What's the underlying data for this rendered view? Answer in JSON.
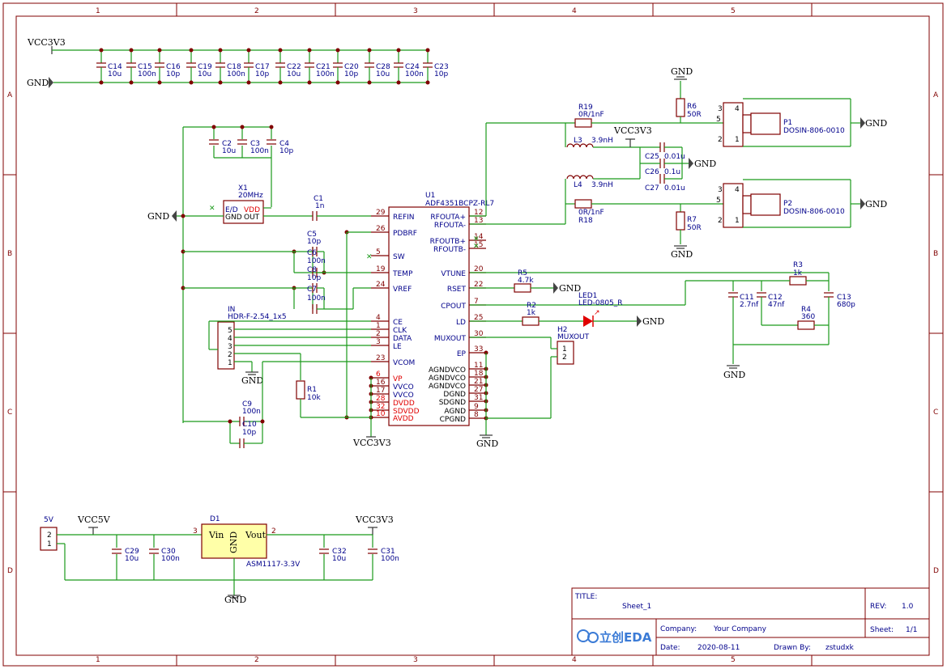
{
  "border": {
    "cols": [
      "1",
      "2",
      "3",
      "4",
      "5"
    ],
    "rows": [
      "A",
      "B",
      "C",
      "D"
    ]
  },
  "power": {
    "vcc3v3": "VCC3V3",
    "gnd": "GND",
    "vcc5v": "VCC5V"
  },
  "decoupling": [
    {
      "ref": "C14",
      "val": "10u"
    },
    {
      "ref": "C15",
      "val": "100n"
    },
    {
      "ref": "C16",
      "val": "10p"
    },
    {
      "ref": "C19",
      "val": "10u"
    },
    {
      "ref": "C18",
      "val": "100n"
    },
    {
      "ref": "C17",
      "val": "10p"
    },
    {
      "ref": "C22",
      "val": "10u"
    },
    {
      "ref": "C21",
      "val": "100n"
    },
    {
      "ref": "C20",
      "val": "10p"
    },
    {
      "ref": "C28",
      "val": "10u"
    },
    {
      "ref": "C24",
      "val": "100n"
    },
    {
      "ref": "C23",
      "val": "10p"
    }
  ],
  "osc_caps": [
    {
      "ref": "C2",
      "val": "10u"
    },
    {
      "ref": "C3",
      "val": "100n"
    },
    {
      "ref": "C4",
      "val": "10p"
    }
  ],
  "x1": {
    "ref": "X1",
    "val": "20MHz",
    "pins": {
      "ed": "E/D",
      "vdd": "VDD",
      "gnd": "GND",
      "out": "OUT"
    }
  },
  "c1": {
    "ref": "C1",
    "val": "1n"
  },
  "u1": {
    "ref": "U1",
    "part": "ADF4351BCPZ-RL7",
    "left": [
      {
        "num": "29",
        "name": "REFIN"
      },
      {
        "num": "26",
        "name": "PDBRF"
      },
      {
        "num": "5",
        "name": "SW"
      },
      {
        "num": "19",
        "name": "TEMP"
      },
      {
        "num": "24",
        "name": "VREF"
      },
      {
        "num": "4",
        "name": "CE"
      },
      {
        "num": "1",
        "name": "CLK"
      },
      {
        "num": "2",
        "name": "DATA"
      },
      {
        "num": "3",
        "name": "LE"
      },
      {
        "num": "23",
        "name": "VCOM"
      },
      {
        "num": "6",
        "name": "VP"
      },
      {
        "num": "16",
        "name": "VVCO"
      },
      {
        "num": "17",
        "name": "VVCO"
      },
      {
        "num": "28",
        "name": "DVDD"
      },
      {
        "num": "32",
        "name": "SDVDD"
      },
      {
        "num": "10",
        "name": "AVDD"
      }
    ],
    "right": [
      {
        "num": "12",
        "name": "RFOUTA+"
      },
      {
        "num": "13",
        "name": "RFOUTA-"
      },
      {
        "num": "14",
        "name": "RFOUTB+"
      },
      {
        "num": "15",
        "name": "RFOUTB-"
      },
      {
        "num": "20",
        "name": "VTUNE"
      },
      {
        "num": "22",
        "name": "RSET"
      },
      {
        "num": "7",
        "name": "CPOUT"
      },
      {
        "num": "25",
        "name": "LD"
      },
      {
        "num": "30",
        "name": "MUXOUT"
      },
      {
        "num": "33",
        "name": "EP"
      },
      {
        "num": "11",
        "name": "AGNDVCO"
      },
      {
        "num": "18",
        "name": "AGNDVCO"
      },
      {
        "num": "21",
        "name": "AGNDVCO"
      },
      {
        "num": "27",
        "name": "DGND"
      },
      {
        "num": "31",
        "name": "SDGND"
      },
      {
        "num": "9",
        "name": "AGND"
      },
      {
        "num": "8",
        "name": "CPGND"
      }
    ]
  },
  "vref_caps": [
    {
      "ref": "C5",
      "val": "10p"
    },
    {
      "ref": "C6",
      "val": "100n"
    },
    {
      "ref": "C8",
      "val": "10p"
    },
    {
      "ref": "C7",
      "val": "100n"
    }
  ],
  "header": {
    "ref": "IN",
    "part": "HDR-F-2.54_1x5",
    "pins": [
      "5",
      "4",
      "3",
      "2",
      "1"
    ]
  },
  "r1": {
    "ref": "R1",
    "val": "10k"
  },
  "vcom_caps": [
    {
      "ref": "C9",
      "val": "100n"
    },
    {
      "ref": "C10",
      "val": "10p"
    }
  ],
  "rf": {
    "r19": {
      "ref": "R19",
      "val": "0R/1nF"
    },
    "r18": {
      "ref": "R18",
      "val": "0R/1nF"
    },
    "r6": {
      "ref": "R6",
      "val": "50R"
    },
    "r7": {
      "ref": "R7",
      "val": "50R"
    },
    "l3": {
      "ref": "L3",
      "val": "3.9nH"
    },
    "l4": {
      "ref": "L4",
      "val": "3.9nH"
    },
    "c25": {
      "ref": "C25",
      "val": "0.01u"
    },
    "c26": {
      "ref": "C26",
      "val": "0.1u"
    },
    "c27": {
      "ref": "C27",
      "val": "0.01u"
    },
    "p1": {
      "ref": "P1",
      "part": "DOSIN-806-0010"
    },
    "p2": {
      "ref": "P2",
      "part": "DOSIN-806-0010"
    },
    "pins": [
      "3",
      "4",
      "5",
      "2",
      "1"
    ]
  },
  "loop": {
    "r5": {
      "ref": "R5",
      "val": "4.7k"
    },
    "r2": {
      "ref": "R2",
      "val": "1k"
    },
    "r3": {
      "ref": "R3",
      "val": "1k"
    },
    "r4": {
      "ref": "R4",
      "val": "360"
    },
    "c11": {
      "ref": "C11",
      "val": "2.7nf"
    },
    "c12": {
      "ref": "C12",
      "val": "47nf"
    },
    "c13": {
      "ref": "C13",
      "val": "680p"
    },
    "led1": {
      "ref": "LED1",
      "part": "LED-0805_R"
    },
    "h2": {
      "ref": "H2",
      "part": "MUXOUT",
      "pins": [
        "1",
        "2"
      ]
    }
  },
  "supply": {
    "j5v": {
      "ref": "5V",
      "pins": [
        "2",
        "1"
      ]
    },
    "d1": {
      "ref": "D1",
      "part": "ASM1117-3.3V",
      "vin": "Vin",
      "vout": "Vout",
      "gnd": "GND",
      "pin_in": "3",
      "pin_out": "2"
    },
    "caps": [
      {
        "ref": "C29",
        "val": "10u"
      },
      {
        "ref": "C30",
        "val": "100n"
      },
      {
        "ref": "C32",
        "val": "10u"
      },
      {
        "ref": "C31",
        "val": "100n"
      }
    ]
  },
  "titleblock": {
    "title_label": "TITLE:",
    "title": "Sheet_1",
    "rev_label": "REV:",
    "rev": "1.0",
    "company_label": "Company:",
    "company": "Your Company",
    "sheet_label": "Sheet:",
    "sheet": "1/1",
    "date_label": "Date:",
    "date": "2020-08-11",
    "drawn_label": "Drawn By:",
    "drawn": "zstudxk",
    "logo": "立创EDA"
  }
}
